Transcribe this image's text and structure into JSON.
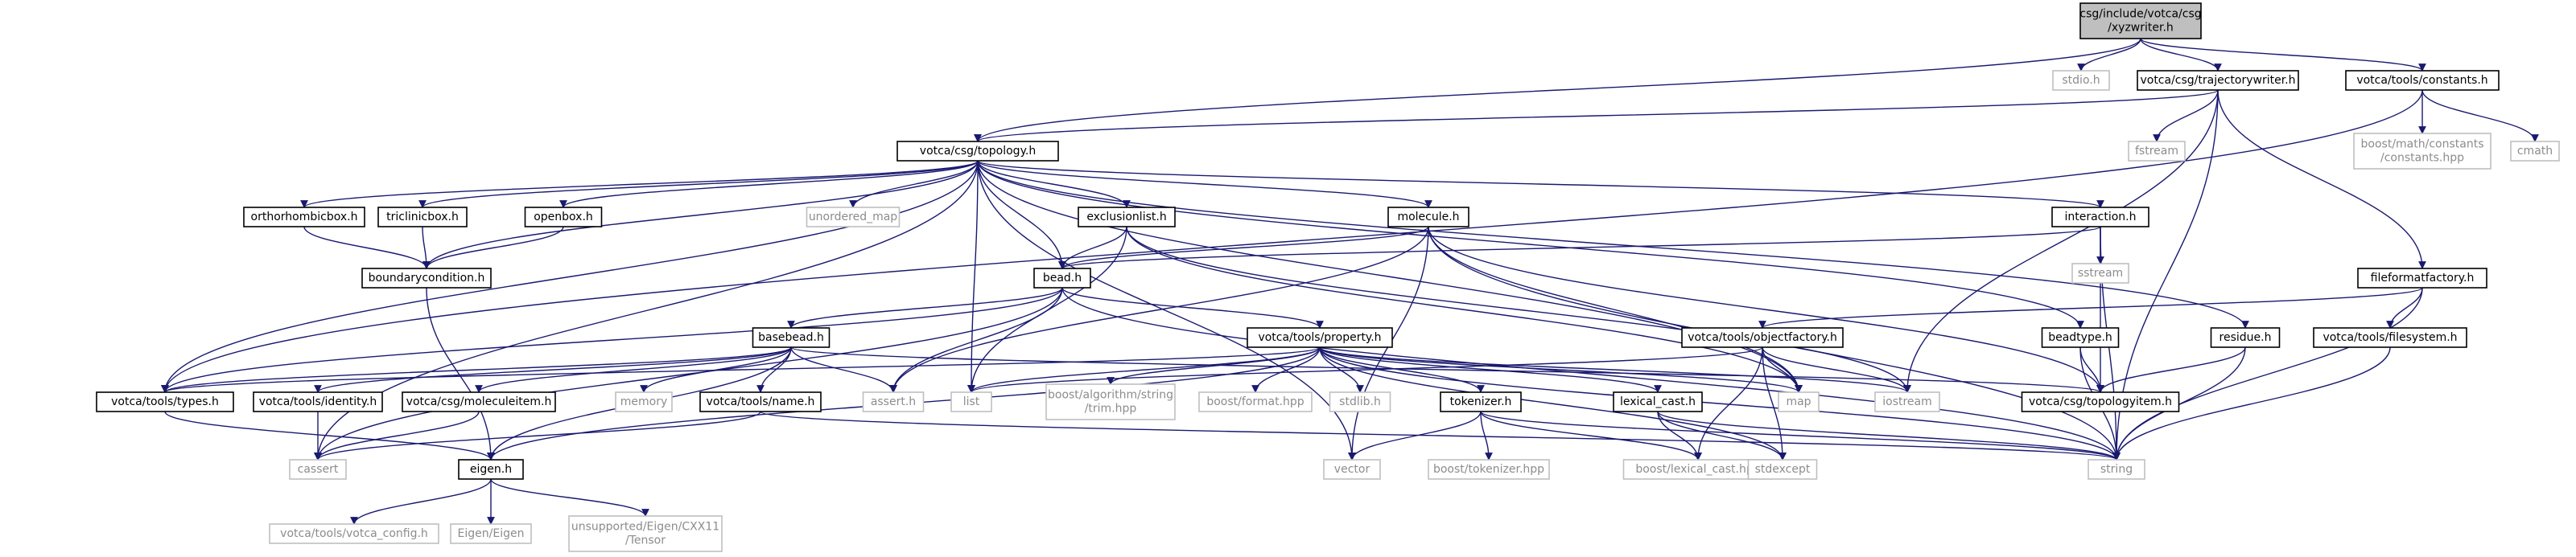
{
  "colors": {
    "edge": "#191970",
    "root_fill": "#bfbfbf",
    "node_fill": "#ffffff",
    "documented_border": "#000000",
    "external_border": "#bfbfbf",
    "documented_text": "#000000",
    "external_text": "#8c8c8c"
  },
  "nodes": [
    {
      "id": "xyzwriter",
      "lines": [
        "csg/include/votca/csg",
        "/xyzwriter.h"
      ],
      "kind": "root"
    },
    {
      "id": "stdio",
      "lines": [
        "stdio.h"
      ],
      "kind": "external"
    },
    {
      "id": "trajwriter",
      "lines": [
        "votca/csg/trajectorywriter.h"
      ],
      "kind": "documented"
    },
    {
      "id": "constants",
      "lines": [
        "votca/tools/constants.h"
      ],
      "kind": "documented"
    },
    {
      "id": "topology",
      "lines": [
        "votca/csg/topology.h"
      ],
      "kind": "documented"
    },
    {
      "id": "fstream",
      "lines": [
        "fstream"
      ],
      "kind": "external"
    },
    {
      "id": "boostconst",
      "lines": [
        "boost/math/constants",
        "/constants.hpp"
      ],
      "kind": "external"
    },
    {
      "id": "cmath",
      "lines": [
        "cmath"
      ],
      "kind": "external"
    },
    {
      "id": "orthobox",
      "lines": [
        "orthorhombicbox.h"
      ],
      "kind": "documented"
    },
    {
      "id": "triclinic",
      "lines": [
        "triclinicbox.h"
      ],
      "kind": "documented"
    },
    {
      "id": "openbox",
      "lines": [
        "openbox.h"
      ],
      "kind": "documented"
    },
    {
      "id": "unordered_map",
      "lines": [
        "unordered_map"
      ],
      "kind": "external"
    },
    {
      "id": "exclusionlist",
      "lines": [
        "exclusionlist.h"
      ],
      "kind": "documented"
    },
    {
      "id": "molecule",
      "lines": [
        "molecule.h"
      ],
      "kind": "documented"
    },
    {
      "id": "interaction",
      "lines": [
        "interaction.h"
      ],
      "kind": "documented"
    },
    {
      "id": "sstream",
      "lines": [
        "sstream"
      ],
      "kind": "external"
    },
    {
      "id": "boundary",
      "lines": [
        "boundarycondition.h"
      ],
      "kind": "documented"
    },
    {
      "id": "bead",
      "lines": [
        "bead.h"
      ],
      "kind": "documented"
    },
    {
      "id": "fileformat",
      "lines": [
        "fileformatfactory.h"
      ],
      "kind": "documented"
    },
    {
      "id": "basebead",
      "lines": [
        "basebead.h"
      ],
      "kind": "documented"
    },
    {
      "id": "property",
      "lines": [
        "votca/tools/property.h"
      ],
      "kind": "documented"
    },
    {
      "id": "objectfactory",
      "lines": [
        "votca/tools/objectfactory.h"
      ],
      "kind": "documented"
    },
    {
      "id": "beadtype",
      "lines": [
        "beadtype.h"
      ],
      "kind": "documented"
    },
    {
      "id": "residue",
      "lines": [
        "residue.h"
      ],
      "kind": "documented"
    },
    {
      "id": "filesystem",
      "lines": [
        "votca/tools/filesystem.h"
      ],
      "kind": "documented"
    },
    {
      "id": "types",
      "lines": [
        "votca/tools/types.h"
      ],
      "kind": "documented"
    },
    {
      "id": "identity",
      "lines": [
        "votca/tools/identity.h"
      ],
      "kind": "documented"
    },
    {
      "id": "moleculeitem",
      "lines": [
        "votca/csg/moleculeitem.h"
      ],
      "kind": "documented"
    },
    {
      "id": "memory",
      "lines": [
        "memory"
      ],
      "kind": "external"
    },
    {
      "id": "name",
      "lines": [
        "votca/tools/name.h"
      ],
      "kind": "documented"
    },
    {
      "id": "assert",
      "lines": [
        "assert.h"
      ],
      "kind": "external"
    },
    {
      "id": "list",
      "lines": [
        "list"
      ],
      "kind": "external"
    },
    {
      "id": "boostalgo",
      "lines": [
        "boost/algorithm/string",
        "/trim.hpp"
      ],
      "kind": "external"
    },
    {
      "id": "boostformat",
      "lines": [
        "boost/format.hpp"
      ],
      "kind": "external"
    },
    {
      "id": "stdlib",
      "lines": [
        "stdlib.h"
      ],
      "kind": "external"
    },
    {
      "id": "tokenizer",
      "lines": [
        "tokenizer.h"
      ],
      "kind": "documented"
    },
    {
      "id": "lexicalcast",
      "lines": [
        "lexical_cast.h"
      ],
      "kind": "documented"
    },
    {
      "id": "map",
      "lines": [
        "map"
      ],
      "kind": "external"
    },
    {
      "id": "iostream",
      "lines": [
        "iostream"
      ],
      "kind": "external"
    },
    {
      "id": "topologyitem",
      "lines": [
        "votca/csg/topologyitem.h"
      ],
      "kind": "documented"
    },
    {
      "id": "cassert",
      "lines": [
        "cassert"
      ],
      "kind": "external"
    },
    {
      "id": "eigen",
      "lines": [
        "eigen.h"
      ],
      "kind": "documented"
    },
    {
      "id": "vector",
      "lines": [
        "vector"
      ],
      "kind": "external"
    },
    {
      "id": "boosttok",
      "lines": [
        "boost/tokenizer.hpp"
      ],
      "kind": "external"
    },
    {
      "id": "boostlex",
      "lines": [
        "boost/lexical_cast.hpp"
      ],
      "kind": "external"
    },
    {
      "id": "stdexcept",
      "lines": [
        "stdexcept"
      ],
      "kind": "external"
    },
    {
      "id": "string",
      "lines": [
        "string"
      ],
      "kind": "external"
    },
    {
      "id": "votcaconfig",
      "lines": [
        "votca/tools/votca_config.h"
      ],
      "kind": "external"
    },
    {
      "id": "eigeneigen",
      "lines": [
        "Eigen/Eigen"
      ],
      "kind": "external"
    },
    {
      "id": "tensor",
      "lines": [
        "unsupported/Eigen/CXX11",
        "/Tensor"
      ],
      "kind": "external"
    }
  ],
  "edges": [
    [
      "xyzwriter",
      "stdio"
    ],
    [
      "xyzwriter",
      "trajwriter"
    ],
    [
      "xyzwriter",
      "constants"
    ],
    [
      "xyzwriter",
      "topology"
    ],
    [
      "trajwriter",
      "topology"
    ],
    [
      "trajwriter",
      "fstream"
    ],
    [
      "trajwriter",
      "fileformat"
    ],
    [
      "trajwriter",
      "iostream"
    ],
    [
      "trajwriter",
      "string"
    ],
    [
      "constants",
      "boostconst"
    ],
    [
      "constants",
      "cmath"
    ],
    [
      "constants",
      "types"
    ],
    [
      "topology",
      "orthobox"
    ],
    [
      "topology",
      "triclinic"
    ],
    [
      "topology",
      "openbox"
    ],
    [
      "topology",
      "unordered_map"
    ],
    [
      "topology",
      "exclusionlist"
    ],
    [
      "topology",
      "molecule"
    ],
    [
      "topology",
      "interaction"
    ],
    [
      "topology",
      "boundary"
    ],
    [
      "topology",
      "bead"
    ],
    [
      "topology",
      "beadtype"
    ],
    [
      "topology",
      "residue"
    ],
    [
      "topology",
      "types"
    ],
    [
      "topology",
      "list"
    ],
    [
      "topology",
      "map"
    ],
    [
      "topology",
      "cassert"
    ],
    [
      "topology",
      "vector"
    ],
    [
      "orthobox",
      "boundary"
    ],
    [
      "triclinic",
      "boundary"
    ],
    [
      "openbox",
      "boundary"
    ],
    [
      "boundary",
      "eigen"
    ],
    [
      "exclusionlist",
      "bead"
    ],
    [
      "exclusionlist",
      "list"
    ],
    [
      "exclusionlist",
      "map"
    ],
    [
      "exclusionlist",
      "iostream"
    ],
    [
      "molecule",
      "bead"
    ],
    [
      "molecule",
      "map"
    ],
    [
      "molecule",
      "vector"
    ],
    [
      "molecule",
      "string"
    ],
    [
      "molecule",
      "topologyitem"
    ],
    [
      "molecule",
      "assert"
    ],
    [
      "interaction",
      "bead"
    ],
    [
      "interaction",
      "sstream"
    ],
    [
      "interaction",
      "string"
    ],
    [
      "interaction",
      "topologyitem"
    ],
    [
      "bead",
      "basebead"
    ],
    [
      "bead",
      "property"
    ],
    [
      "bead",
      "types"
    ],
    [
      "bead",
      "assert"
    ],
    [
      "bead",
      "cassert"
    ],
    [
      "bead",
      "string"
    ],
    [
      "fileformat",
      "objectfactory"
    ],
    [
      "fileformat",
      "filesystem"
    ],
    [
      "fileformat",
      "string"
    ],
    [
      "basebead",
      "types"
    ],
    [
      "basebead",
      "identity"
    ],
    [
      "basebead",
      "moleculeitem"
    ],
    [
      "basebead",
      "memory"
    ],
    [
      "basebead",
      "name"
    ],
    [
      "basebead",
      "assert"
    ],
    [
      "basebead",
      "eigen"
    ],
    [
      "basebead",
      "topologyitem"
    ],
    [
      "property",
      "boostalgo"
    ],
    [
      "property",
      "boostformat"
    ],
    [
      "property",
      "stdlib"
    ],
    [
      "property",
      "tokenizer"
    ],
    [
      "property",
      "lexicalcast"
    ],
    [
      "property",
      "map"
    ],
    [
      "property",
      "list"
    ],
    [
      "property",
      "iostream"
    ],
    [
      "property",
      "string"
    ],
    [
      "property",
      "stdexcept"
    ],
    [
      "property",
      "types"
    ],
    [
      "property",
      "eigen"
    ],
    [
      "objectfactory",
      "map"
    ],
    [
      "objectfactory",
      "list"
    ],
    [
      "objectfactory",
      "iostream"
    ],
    [
      "objectfactory",
      "boostlex"
    ],
    [
      "objectfactory",
      "stdexcept"
    ],
    [
      "beadtype",
      "topologyitem"
    ],
    [
      "beadtype",
      "string"
    ],
    [
      "residue",
      "topologyitem"
    ],
    [
      "residue",
      "string"
    ],
    [
      "filesystem",
      "string"
    ],
    [
      "types",
      "eigen"
    ],
    [
      "identity",
      "cassert"
    ],
    [
      "moleculeitem",
      "cassert"
    ],
    [
      "name",
      "cassert"
    ],
    [
      "name",
      "string"
    ],
    [
      "tokenizer",
      "boosttok"
    ],
    [
      "tokenizer",
      "vector"
    ],
    [
      "tokenizer",
      "string"
    ],
    [
      "tokenizer",
      "boostlex"
    ],
    [
      "lexicalcast",
      "boostlex"
    ],
    [
      "lexicalcast",
      "string"
    ],
    [
      "lexicalcast",
      "stdexcept"
    ],
    [
      "eigen",
      "votcaconfig"
    ],
    [
      "eigen",
      "eigeneigen"
    ],
    [
      "eigen",
      "tensor"
    ]
  ]
}
